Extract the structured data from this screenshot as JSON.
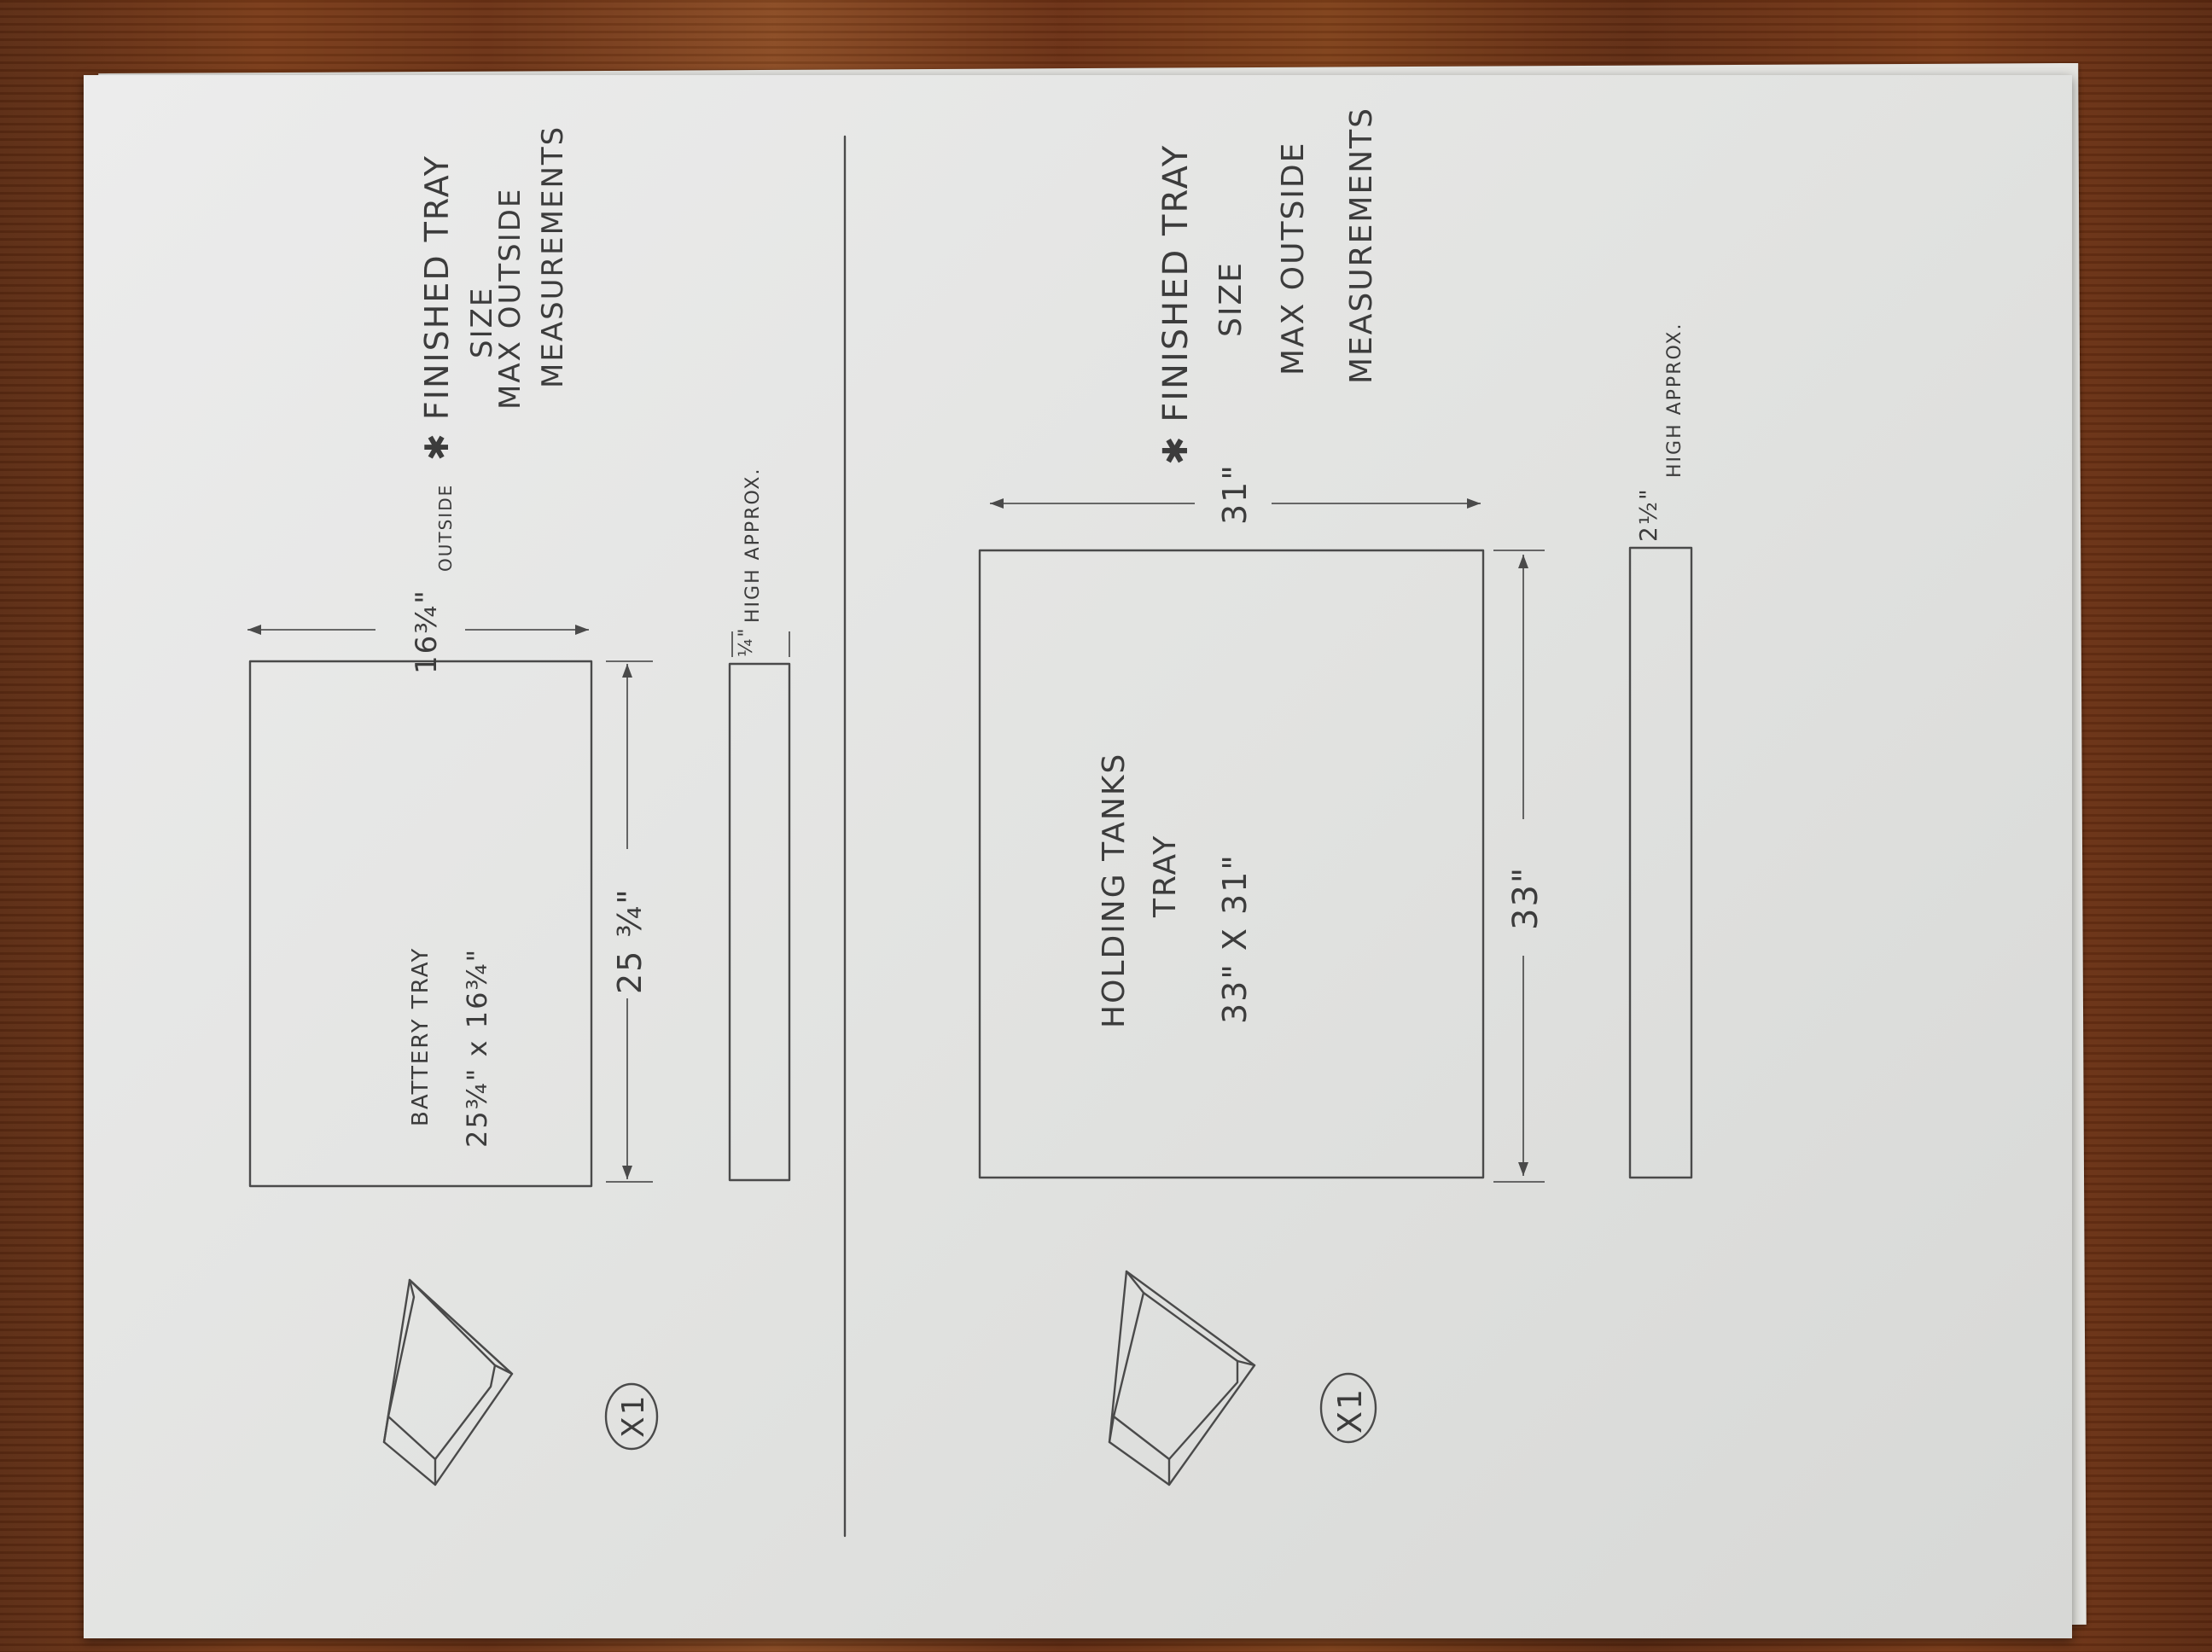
{
  "battery": {
    "label": "BATTERY TRAY",
    "size": "25¾\" x 16¾\"",
    "width_dim": "16¾\"",
    "width_note": "OUTSIDE",
    "length_dim": "25 ¾\"",
    "height_dim": "¼\"",
    "height_note": "HIGH APPROX.",
    "qty": "X1",
    "note": [
      "✱ FINISHED TRAY",
      "SIZE",
      "MAX OUTSIDE",
      "MEASUREMENTS"
    ]
  },
  "holding": {
    "label_line1": "HOLDING TANKS",
    "label_line2": "TRAY",
    "size": "33\" X 31\"",
    "width_dim": "31\"",
    "length_dim": "33\"",
    "height_dim": "2½\"",
    "height_note": "HIGH APPROX.",
    "qty": "X1",
    "note": [
      "✱ FINISHED TRAY",
      "SIZE",
      "MAX OUTSIDE",
      "MEASUREMENTS"
    ]
  }
}
